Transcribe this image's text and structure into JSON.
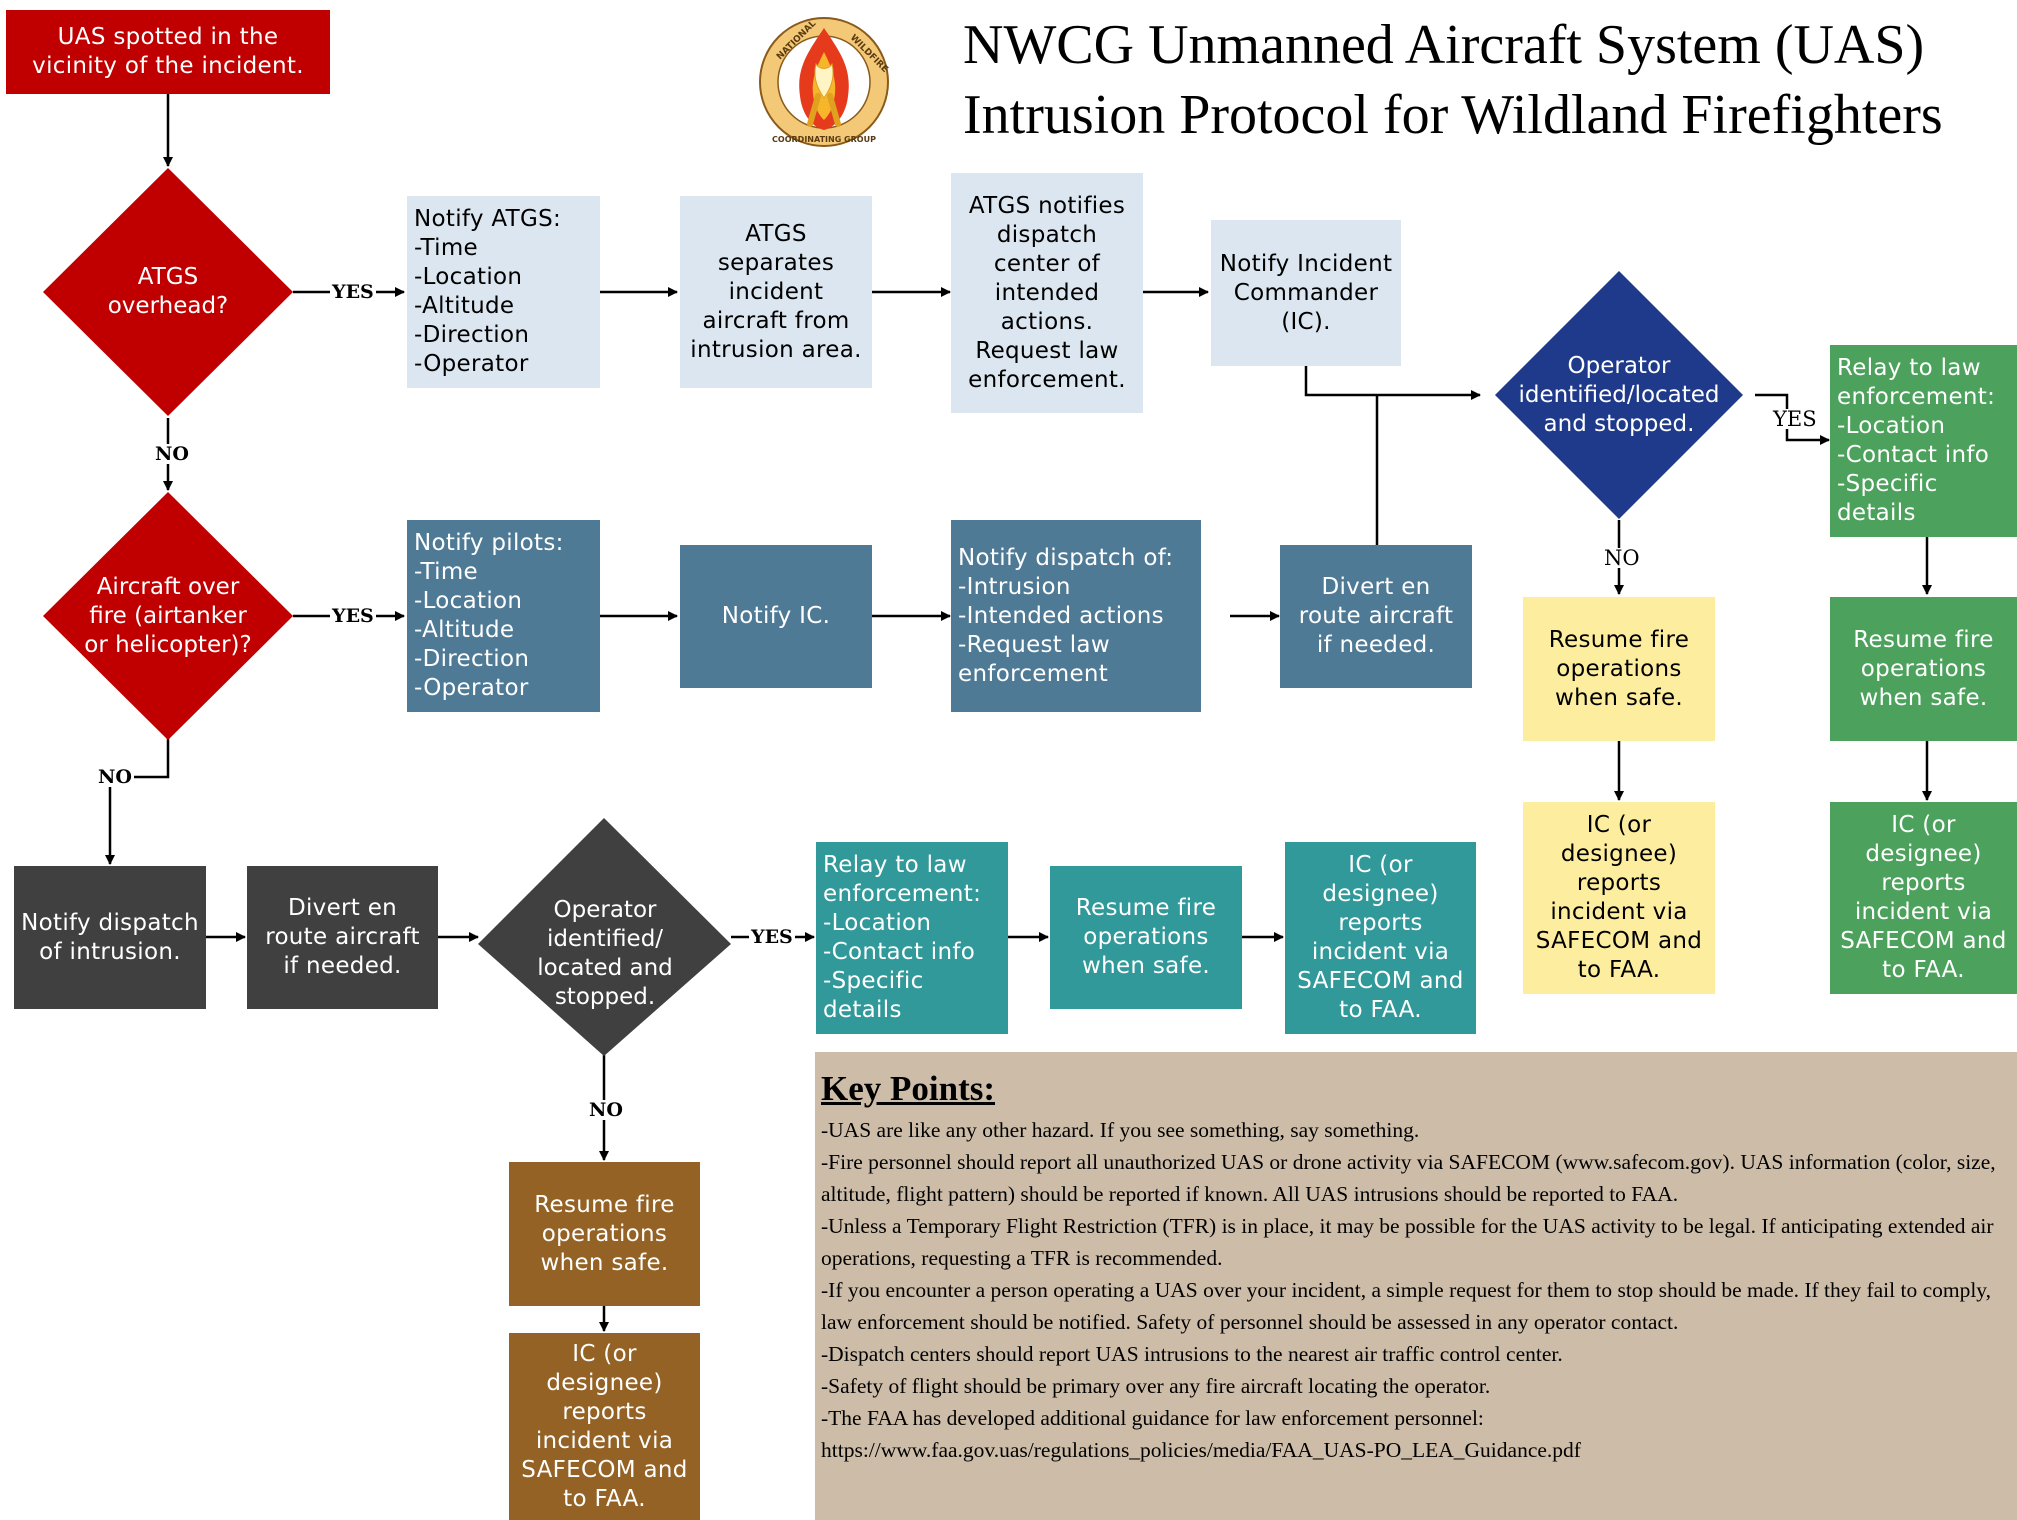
{
  "header": {
    "title_line1": "NWCG Unmanned Aircraft System (UAS)",
    "title_line2": "Intrusion Protocol for Wildland Firefighters",
    "logo_top_text": "NATIONAL",
    "logo_right_text": "WILDFIRE",
    "logo_bottom_text": "COORDINATING GROUP"
  },
  "nodes": {
    "start": "UAS spotted in the\nvicinity of the incident.",
    "atgs_overhead": "ATGS\noverhead?",
    "notify_atgs": "Notify ATGS:\n-Time\n-Location\n-Altitude\n-Direction\n-Operator",
    "atgs_separates": "ATGS\nseparates\nincident\naircraft from\nintrusion area.",
    "atgs_notifies": "ATGS notifies\ndispatch\ncenter of\nintended\nactions.\nRequest law\nenforcement.",
    "notify_ic_top": "Notify Incident\nCommander\n(IC).",
    "operator_top": "Operator\nidentified/located\nand stopped.",
    "relay_top": "Relay to law\nenforcement:\n-Location\n-Contact info\n-Specific\ndetails",
    "resume_yellow": "Resume fire\noperations\nwhen safe.",
    "ic_report_yellow": "IC (or\ndesignee)\nreports\nincident via\nSAFECOM and\nto FAA.",
    "resume_green": "Resume fire\noperations\nwhen safe.",
    "ic_report_green": "IC (or\ndesignee)\nreports\nincident via\nSAFECOM and\nto FAA.",
    "aircraft_over_fire": "Aircraft over\nfire (airtanker\nor helicopter)?",
    "notify_pilots": "Notify pilots:\n-Time\n-Location\n-Altitude\n-Direction\n-Operator",
    "notify_ic_mid": "Notify IC.",
    "notify_dispatch_of": "Notify dispatch of:\n-Intrusion\n-Intended actions\n-Request law\nenforcement",
    "divert_mid": "Divert en\nroute aircraft\nif needed.",
    "notify_dispatch_intrusion": "Notify dispatch\nof intrusion.",
    "divert_bottom": "Divert en\nroute aircraft\nif needed.",
    "operator_bottom": "Operator\nidentified/\nlocated and\nstopped.",
    "relay_bottom": "Relay to law\nenforcement:\n-Location\n-Contact info\n-Specific\ndetails",
    "resume_teal": "Resume fire\noperations\nwhen safe.",
    "ic_report_teal": "IC (or\ndesignee)\nreports\nincident via\nSAFECOM and\nto FAA.",
    "resume_brown": "Resume fire\noperations\nwhen safe.",
    "ic_report_brown": "IC (or\ndesignee)\nreports\nincident via\nSAFECOM and\nto FAA."
  },
  "labels": {
    "yes": "YES",
    "no": "NO"
  },
  "key_points": {
    "heading": "Key Points:",
    "items": [
      "-UAS are like any other hazard. If you see something, say something.",
      "-Fire personnel should report all unauthorized UAS or drone activity via SAFECOM (www.safecom.gov). UAS information (color, size, altitude, flight pattern) should be reported if known. All UAS intrusions should be reported to FAA.",
      "-Unless a Temporary Flight Restriction (TFR) is in place, it may be possible for the UAS activity to be legal. If anticipating extended air operations, requesting a TFR is recommended.",
      "-If you encounter a person operating a UAS over your incident, a simple request for them to stop should be made. If they fail to comply, law enforcement should be notified. Safety of personnel should be assessed in any operator contact.",
      "-Dispatch centers should report UAS intrusions to the nearest air traffic control center.",
      "-Safety of flight should be primary over any fire aircraft locating the operator.",
      "-The FAA has developed additional guidance for law enforcement personnel:",
      "https://www.faa.gov.uas/regulations_policies/media/FAA_UAS-PO_LEA_Guidance.pdf"
    ]
  },
  "colors": {
    "decision_red": "#c00000",
    "decision_navy": "#1f3a8a",
    "decision_dark": "#404040",
    "light_blue": "#dce6f0",
    "steel_blue": "#4f7a96",
    "dark_gray": "#404040",
    "teal": "#31999a",
    "yellow": "#fdee9f",
    "green": "#4ca25c",
    "brown": "#946224",
    "key_panel": "#cdbda8"
  }
}
